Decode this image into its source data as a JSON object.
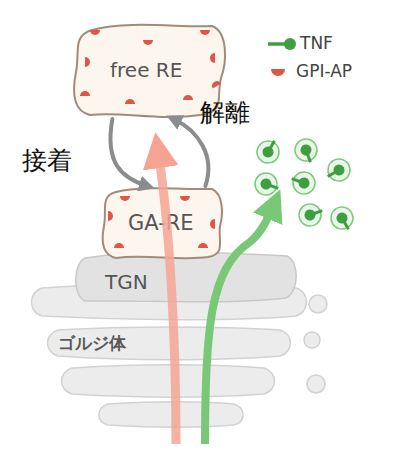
{
  "diagram": {
    "nodes": [
      {
        "text": [
          "free RE"
        ]
      },
      {
        "text": [
          "GA-RE"
        ]
      },
      {
        "text": [
          "TGN"
        ]
      },
      {
        "text": [
          "ゴルジ体"
        ]
      }
    ],
    "edges": [
      {
        "from": 0,
        "to": 1,
        "label": "接着",
        "arrow": "to"
      },
      {
        "from": 1,
        "to": 0,
        "label": "解離",
        "arrow": "to"
      }
    ],
    "legend": [
      {
        "text": "TNF"
      },
      {
        "text": "GPI-AP"
      }
    ]
  }
}
